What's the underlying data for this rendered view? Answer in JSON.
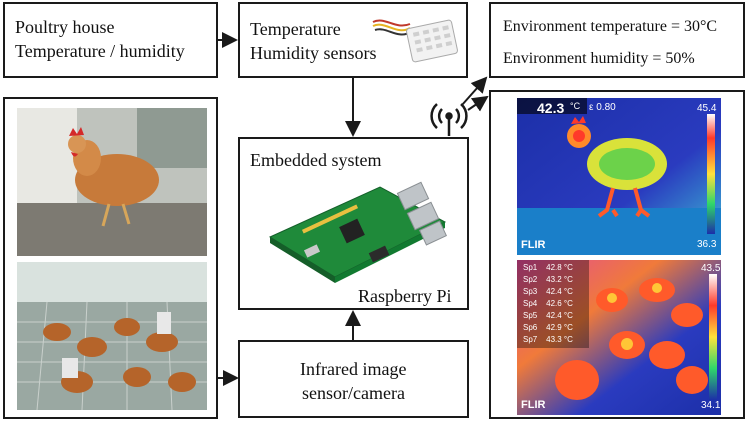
{
  "boxes": {
    "poultry_line1": "Poultry house",
    "poultry_line2": "Temperature / humidity",
    "sensor_line1": "Temperature",
    "sensor_line2": "Humidity  sensors",
    "env_temp": "Environment temperature = 30°C",
    "env_hum": "Environment humidity = 50%",
    "embedded": "Embedded system",
    "rpi": "Raspberry  Pi",
    "ir_line1": "Infrared image",
    "ir_line2": "sensor/camera"
  },
  "thermal_top": {
    "reading": "42.3",
    "unit": "°C",
    "emissivity": "ε 0.80",
    "scale_max": "45.4",
    "scale_min": "36.3",
    "brand": "FLIR"
  },
  "thermal_bottom": {
    "spots": [
      {
        "id": "Sp1",
        "val": "42.8 °C"
      },
      {
        "id": "Sp2",
        "val": "43.2 °C"
      },
      {
        "id": "Sp3",
        "val": "42.4 °C"
      },
      {
        "id": "Sp4",
        "val": "42.6 °C"
      },
      {
        "id": "Sp5",
        "val": "42.4 °C"
      },
      {
        "id": "Sp6",
        "val": "42.9 °C"
      },
      {
        "id": "Sp7",
        "val": "43.3 °C"
      }
    ],
    "scale_max": "43.5",
    "scale_min": "34.1",
    "brand": "FLIR"
  },
  "colors": {
    "border": "#1a1a1a",
    "pcb": "#1f8a3a",
    "hen": "#c77a3a",
    "thermal_blue": "#1c2fa8"
  }
}
